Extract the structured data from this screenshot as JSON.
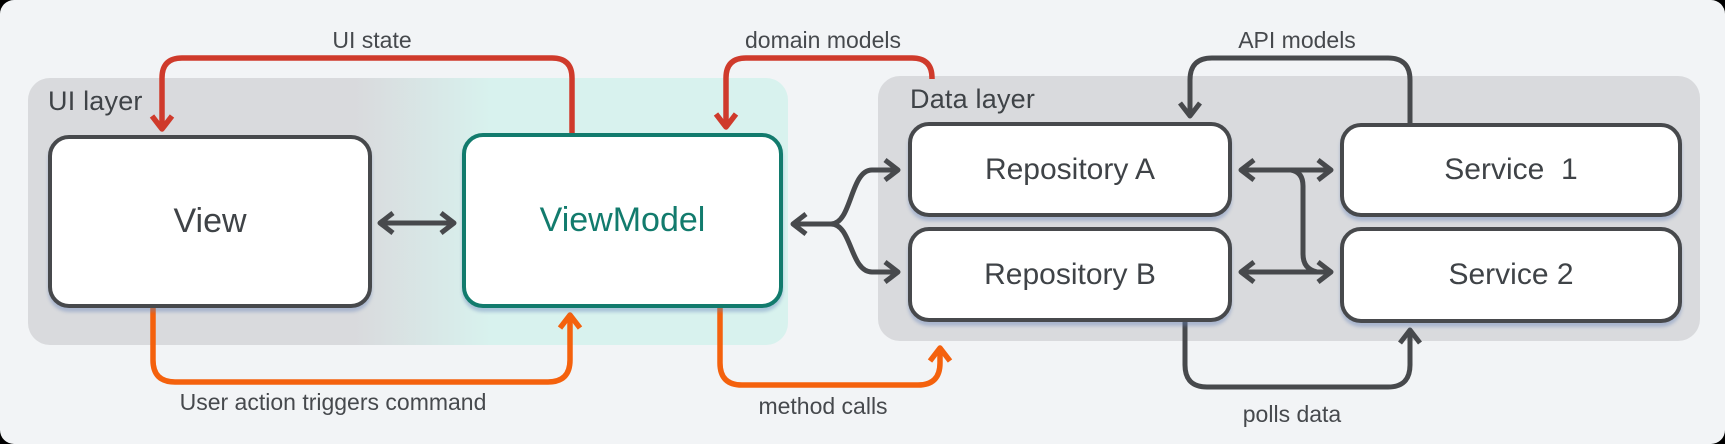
{
  "layers": {
    "ui": {
      "label": "UI layer"
    },
    "data": {
      "label": "Data layer"
    }
  },
  "nodes": {
    "view": {
      "label": "View"
    },
    "viewmodel": {
      "label": "ViewModel"
    },
    "repo_a": {
      "label": "Repository A"
    },
    "repo_b": {
      "label": "Repository B"
    },
    "service_1": {
      "label": "Service  1"
    },
    "service_2": {
      "label": "Service 2"
    }
  },
  "edges": {
    "ui_state": {
      "label": "UI state",
      "from": "ViewModel",
      "to": "View",
      "color_key": "red"
    },
    "domain_models": {
      "label": "domain models",
      "from": "Data layer",
      "to": "ViewModel",
      "color_key": "red"
    },
    "api_models": {
      "label": "API models",
      "from": "Service 1",
      "to": "Repository A",
      "color_key": "dark"
    },
    "user_action": {
      "label": "User action triggers command",
      "from": "View",
      "to": "ViewModel",
      "color_key": "orange"
    },
    "method_calls": {
      "label": "method calls",
      "from": "ViewModel",
      "to": "Data layer",
      "color_key": "orange"
    },
    "polls_data": {
      "label": "polls data",
      "from": "Repository B",
      "to": "Service 2",
      "color_key": "dark"
    },
    "view_viewmodel": {
      "label": "",
      "from": "View",
      "to": "ViewModel",
      "bidirectional": true,
      "color_key": "dark"
    },
    "viewmodel_repos": {
      "label": "",
      "from": "ViewModel",
      "to": "Repository A / Repository B",
      "bidirectional": true,
      "color_key": "dark"
    },
    "repo_a_service_1": {
      "label": "",
      "from": "Repository A",
      "to": "Service 1",
      "bidirectional": true,
      "color_key": "dark"
    },
    "repo_b_service_2": {
      "label": "",
      "from": "Repository B",
      "to": "Service 2",
      "bidirectional": true,
      "color_key": "dark"
    }
  },
  "colors": {
    "dark": "#47494c",
    "red": "#cf3a2b",
    "orange": "#f4610d",
    "teal": "#127b6d",
    "ui_gray": "#d9dadd",
    "highlight_cyan": "#d8f2ee",
    "background": "#f2f4f6"
  }
}
